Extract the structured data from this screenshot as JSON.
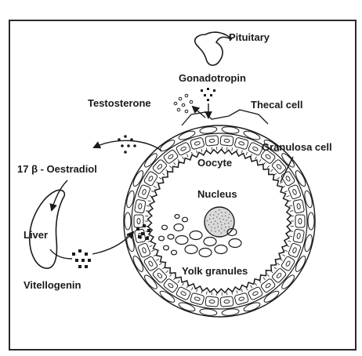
{
  "labels": {
    "pituitary": "Pituitary",
    "gonadotropin": "Gonadotropin",
    "testosterone": "Testosterone",
    "thecal_cell": "Thecal cell",
    "granulosa_cell": "Granulosa cell",
    "oocyte": "Oocyte",
    "nucleus": "Nucleus",
    "oestradiol": "17 β - Oestradiol",
    "liver": "Liver",
    "vitellogenin": "Vitellogenin",
    "yolk_granules": "Yolk granules"
  },
  "colors": {
    "ink": "#1a1a1a",
    "paper": "#ffffff",
    "frame": "#2a2a2a",
    "nucleus_fill": "#d9d9d9"
  }
}
